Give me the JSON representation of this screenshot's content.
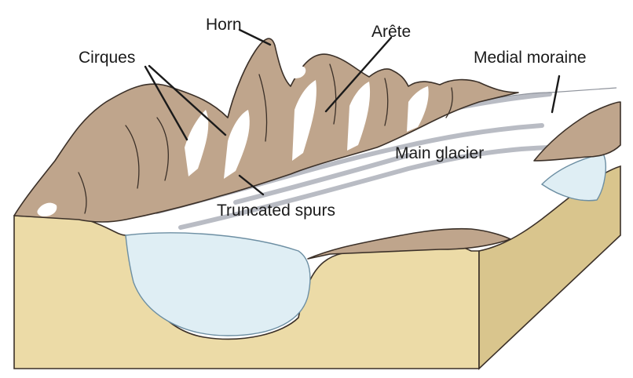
{
  "labels": {
    "horn": "Horn",
    "arete": "Arête",
    "cirques": "Cirques",
    "medial_moraine": "Medial moraine",
    "main_glacier": "Main glacier",
    "truncated_spurs": "Truncated spurs"
  },
  "colors": {
    "rock": "#bfa58c",
    "rock_outline": "#3b3028",
    "block_front": "#ecdba7",
    "block_side": "#d9c58d",
    "ice": "#ffffff",
    "lake": "#dfeef4",
    "moraine": "#b9bcc4"
  }
}
